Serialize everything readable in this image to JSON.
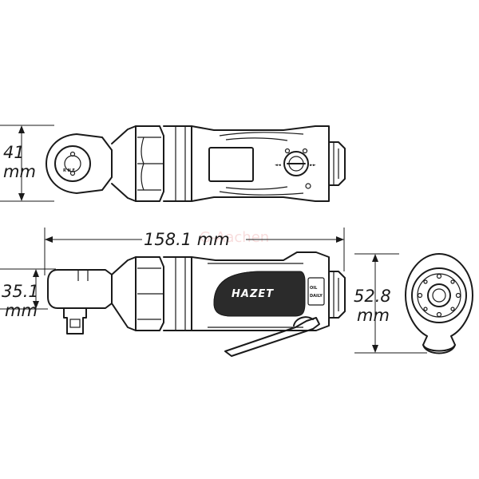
{
  "dimensions": {
    "top_height_value": "41",
    "top_height_unit": "mm",
    "length_label": "158.1 mm",
    "side_height_value": "35.1",
    "side_height_unit": "mm",
    "front_diameter_value": "52.8",
    "front_diameter_unit": "mm"
  },
  "tool": {
    "brand": "HAZET",
    "oil_label_1": "OIL",
    "oil_label_2": "DAILY"
  },
  "watermark": "G-Aachen",
  "icons": {
    "front_view": "tool-front-view",
    "top_view": "tool-top-view",
    "side_view": "tool-side-view"
  }
}
